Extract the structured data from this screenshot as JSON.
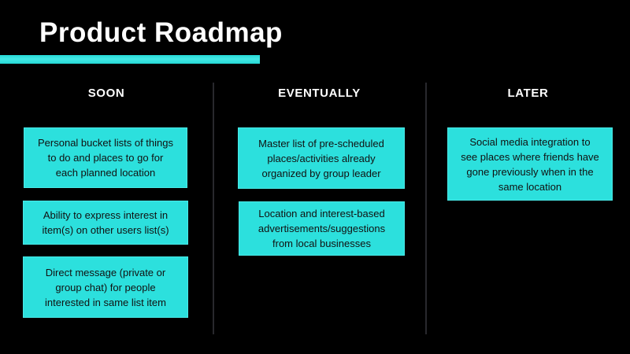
{
  "slide": {
    "title": "Product Roadmap"
  },
  "columns": [
    {
      "header": "SOON",
      "cards": [
        "Personal bucket lists of things\nto do and places to go for\neach planned location",
        "Ability to express interest in\nitem(s) on other users list(s)",
        "Direct message (private or\ngroup chat) for people\ninterested in same list item"
      ]
    },
    {
      "header": "EVENTUALLY",
      "cards": [
        "Master list of pre-scheduled\nplaces/activities already\norganized by group leader",
        "Location and interest-based\nadvertisements/suggestions\nfrom local businesses"
      ]
    },
    {
      "header": "LATER",
      "cards": [
        "Social media integration to\nsee places where friends have\ngone previously when in the\nsame location"
      ]
    }
  ],
  "colors": {
    "background": "#000000",
    "accent_cyan": "#2CE0DD",
    "card_text": "#111111",
    "heading_text": "#FFFFFF",
    "divider": "#28282D"
  }
}
